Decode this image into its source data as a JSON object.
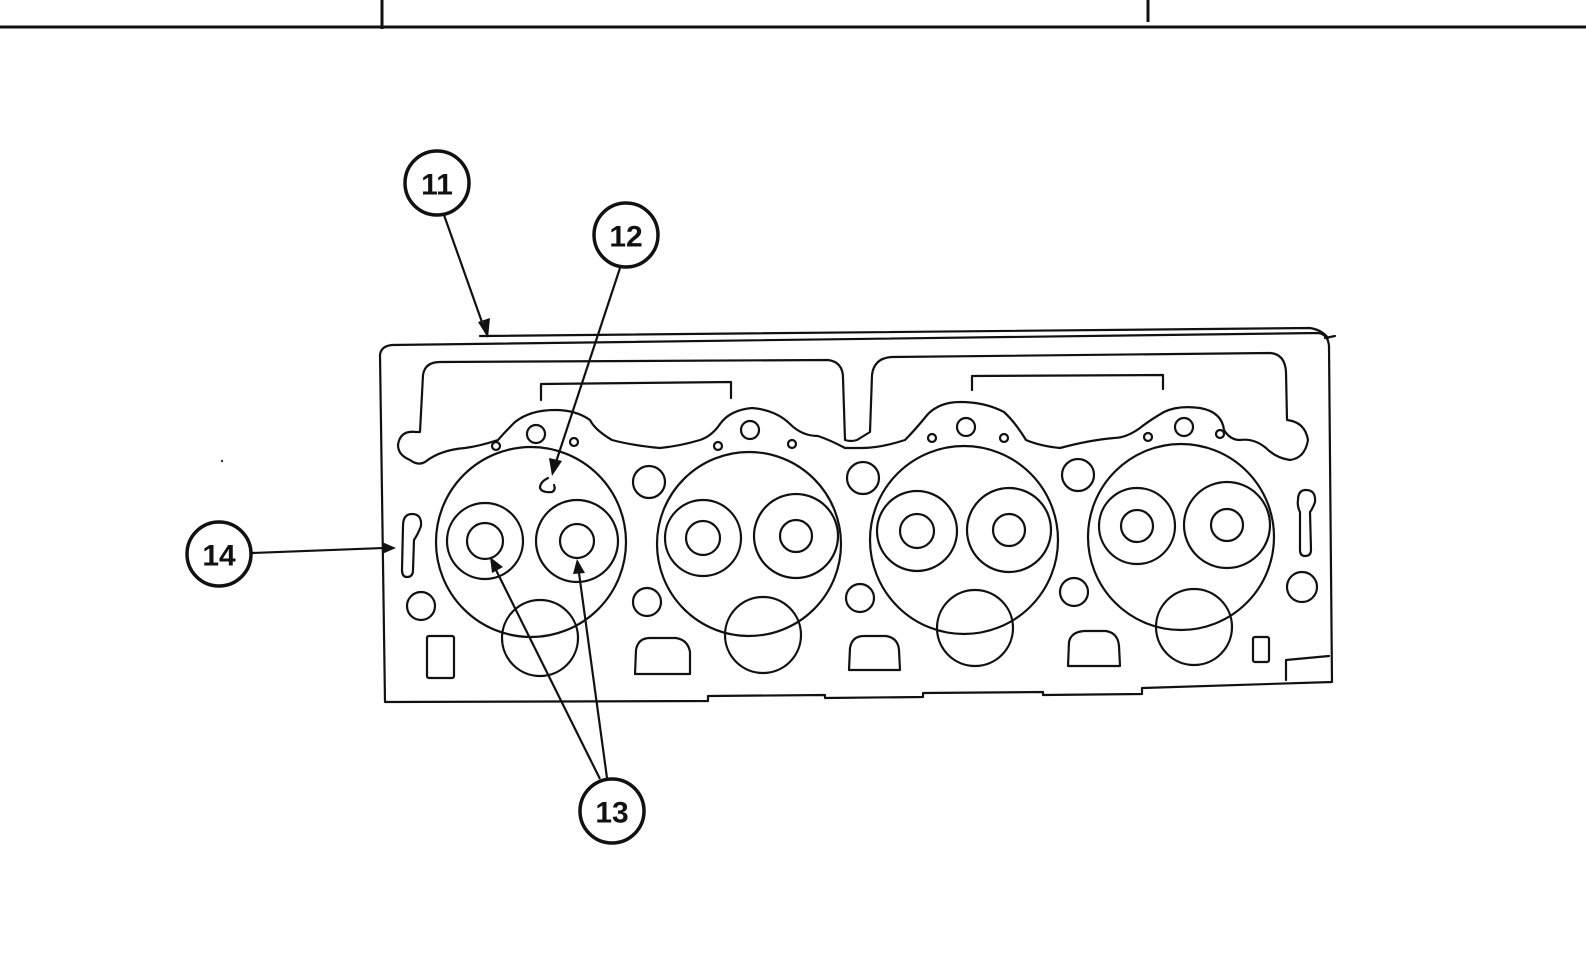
{
  "callouts": [
    {
      "id": "11",
      "label": "11"
    },
    {
      "id": "12",
      "label": "12"
    },
    {
      "id": "13",
      "label": "13"
    },
    {
      "id": "14",
      "label": "14"
    }
  ]
}
